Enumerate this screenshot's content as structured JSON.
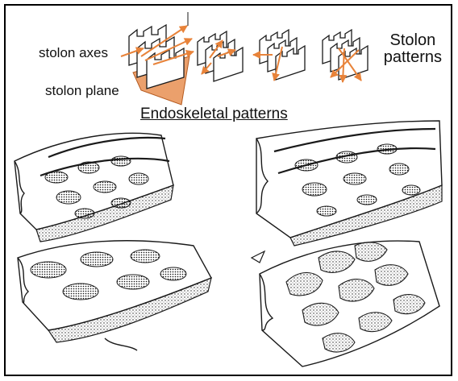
{
  "labels": {
    "stolon_axes": "stolon axes",
    "stolon_plane": "stolon plane",
    "stolon_patterns_line1": "Stolon",
    "stolon_patterns_line2": "patterns",
    "endoskeletal_patterns": "Endoskeletal patterns"
  },
  "colors": {
    "accent_orange": "#e8833a",
    "plane_fill": "#eba06c",
    "ink": "#1a1a1a"
  },
  "panels": [
    {
      "name": "stolon-pattern-1",
      "type": "diagram"
    },
    {
      "name": "stolon-pattern-2",
      "type": "diagram"
    },
    {
      "name": "stolon-pattern-3",
      "type": "diagram"
    },
    {
      "name": "stolon-pattern-4",
      "type": "diagram"
    },
    {
      "name": "endoskeleton-top-left",
      "type": "illustration"
    },
    {
      "name": "endoskeleton-top-right",
      "type": "illustration"
    },
    {
      "name": "endoskeleton-bottom-left",
      "type": "illustration"
    },
    {
      "name": "endoskeleton-bottom-right",
      "type": "illustration"
    }
  ]
}
